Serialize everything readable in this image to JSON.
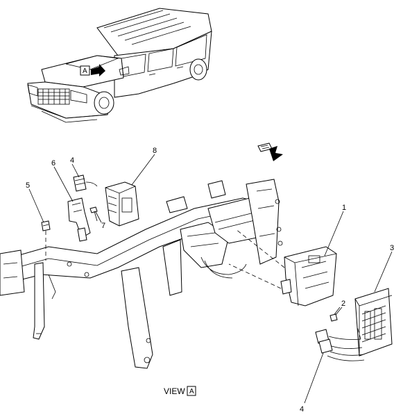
{
  "diagram": {
    "view_label": "VIEW",
    "view_letter": "A",
    "vehicle_view_marker": "A",
    "callouts": {
      "c1": "1",
      "c2": "2",
      "c3": "3",
      "c4": "4",
      "c4b": "4",
      "c5": "5",
      "c6": "6",
      "c7": "7",
      "c8": "8"
    }
  }
}
